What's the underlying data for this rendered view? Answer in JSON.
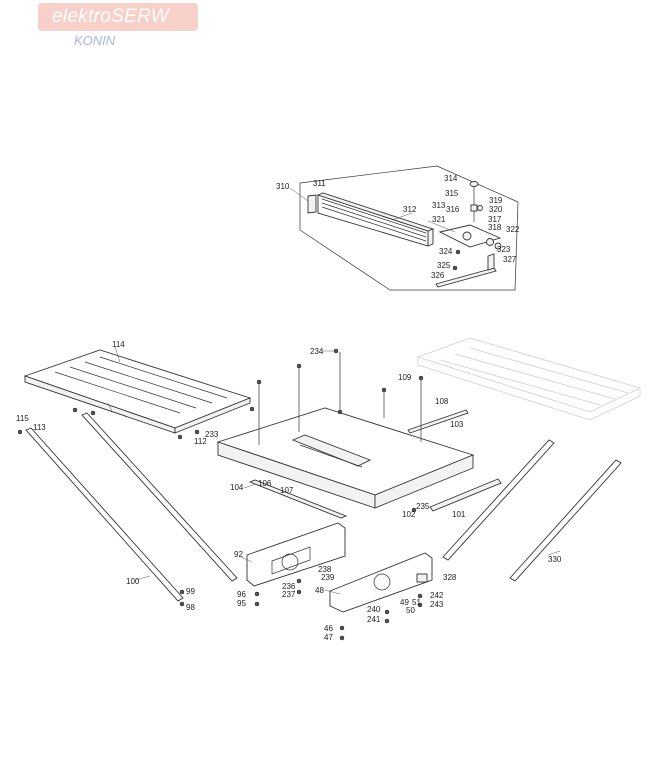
{
  "watermark": {
    "brand": "elektroSERW",
    "city": "KONIN"
  },
  "labels": {
    "l310": "310",
    "l311": "311",
    "l312": "312",
    "l313": "313",
    "l314": "314",
    "l315": "315",
    "l316": "316",
    "l317": "317",
    "l318": "318",
    "l319": "319",
    "l320": "320",
    "l321": "321",
    "l322": "322",
    "l323": "323",
    "l324": "324",
    "l325": "325",
    "l326": "326",
    "l327": "327",
    "l114": "114",
    "l234": "234",
    "l109": "109",
    "l108": "108",
    "l103": "103",
    "l115": "115",
    "l113": "113",
    "l112": "112",
    "l233": "233",
    "l104": "104",
    "l106": "106",
    "l107": "107",
    "l235": "235",
    "l102": "102",
    "l101": "101",
    "l92": "92",
    "l100": "100",
    "l99": "99",
    "l98": "98",
    "l96": "96",
    "l95": "95",
    "l236": "236",
    "l237": "237",
    "l238": "238",
    "l239": "239",
    "l48": "48",
    "l328": "328",
    "l330": "330",
    "l49": "49",
    "l51": "51",
    "l50": "50",
    "l242": "242",
    "l243": "243",
    "l240": "240",
    "l241": "241",
    "l46": "46",
    "l47": "47"
  },
  "colors": {
    "line": "#333333",
    "ghost": "#d0d0d0",
    "logo_bg": "#f6c9c0",
    "logo_sub": "#a9b3e0"
  }
}
